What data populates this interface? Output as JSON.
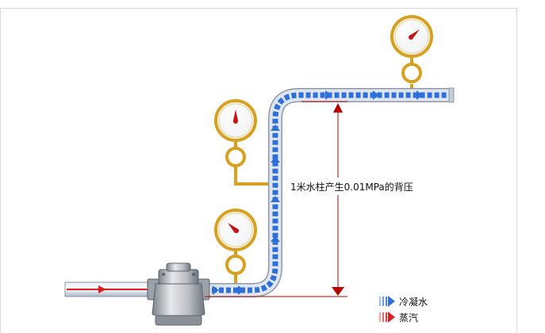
{
  "annotation": {
    "text": "1米水柱产生0.01MPa的背压"
  },
  "legend": {
    "items": [
      {
        "label": "冷凝水",
        "color": "#2f6fd8",
        "icon": "condensate-arrow-icon"
      },
      {
        "label": "蒸汽",
        "color": "#d81e1e",
        "icon": "steam-arrow-icon"
      }
    ]
  },
  "colors": {
    "gauge_ring": "#d8a020",
    "gauge_needle": "#c41414",
    "pipe_blue": "#2f6fd8",
    "dimension_line": "#b50000"
  }
}
